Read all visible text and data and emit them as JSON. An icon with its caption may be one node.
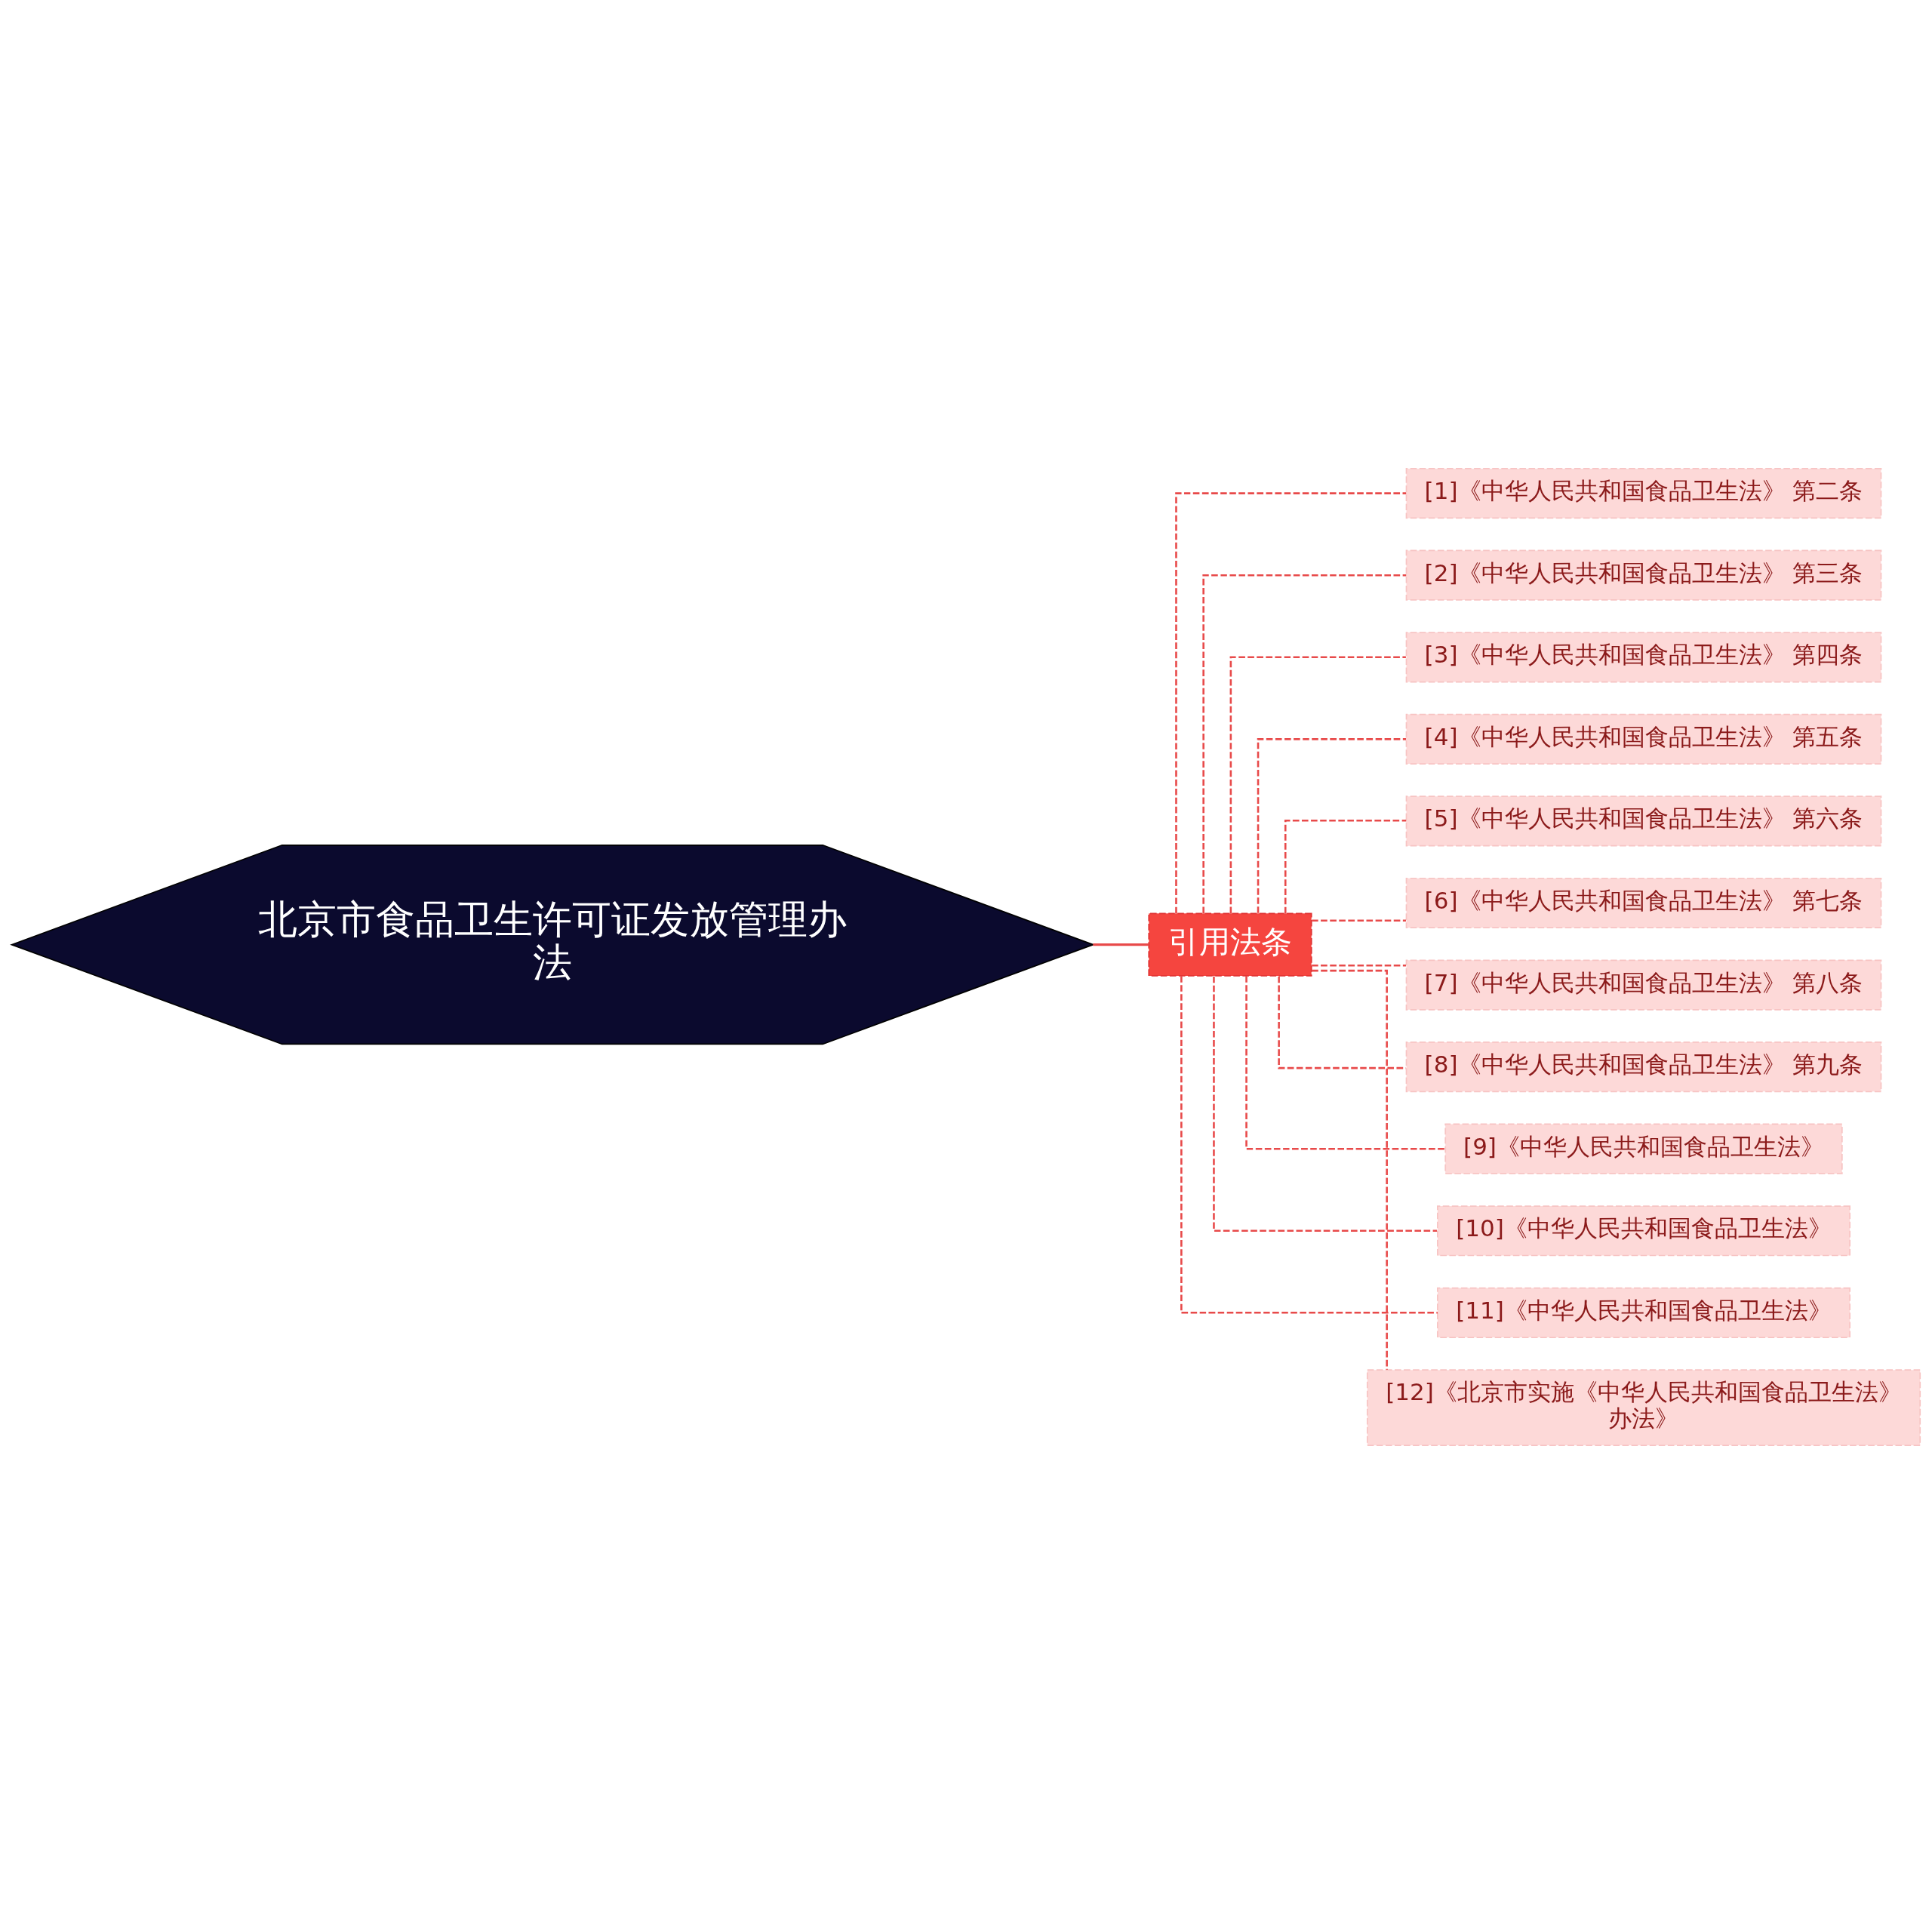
{
  "diagram": {
    "nodes": [
      {
        "text": [
          "北京市食品卫生许可证发放管理办法"
        ]
      },
      {
        "text": [
          "引用法条"
        ]
      },
      {
        "text": [
          "[1]《中华人民共和国食品卫生法》 第二条"
        ]
      },
      {
        "text": [
          "[2]《中华人民共和国食品卫生法》 第三条"
        ]
      },
      {
        "text": [
          "[3]《中华人民共和国食品卫生法》 第四条"
        ]
      },
      {
        "text": [
          "[4]《中华人民共和国食品卫生法》 第五条"
        ]
      },
      {
        "text": [
          "[5]《中华人民共和国食品卫生法》 第六条"
        ]
      },
      {
        "text": [
          "[6]《中华人民共和国食品卫生法》 第七条"
        ]
      },
      {
        "text": [
          "[7]《中华人民共和国食品卫生法》 第八条"
        ]
      },
      {
        "text": [
          "[8]《中华人民共和国食品卫生法》 第九条"
        ]
      },
      {
        "text": [
          "[9]《中华人民共和国食品卫生法》"
        ]
      },
      {
        "text": [
          "[10]《中华人民共和国食品卫生法》"
        ]
      },
      {
        "text": [
          "[11]《中华人民共和国食品卫生法》"
        ]
      },
      {
        "text": [
          "[12]《北京市实施《中华人民共和国食品卫生法》办法》"
        ]
      }
    ],
    "edges": [
      {
        "from": 0,
        "to": 1,
        "arrow": "none"
      },
      {
        "from": 1,
        "to": 2,
        "arrow": "none",
        "style": "dashed"
      },
      {
        "from": 1,
        "to": 3,
        "arrow": "none",
        "style": "dashed"
      },
      {
        "from": 1,
        "to": 4,
        "arrow": "none",
        "style": "dashed"
      },
      {
        "from": 1,
        "to": 5,
        "arrow": "none",
        "style": "dashed"
      },
      {
        "from": 1,
        "to": 6,
        "arrow": "none",
        "style": "dashed"
      },
      {
        "from": 1,
        "to": 7,
        "arrow": "none",
        "style": "dashed"
      },
      {
        "from": 1,
        "to": 8,
        "arrow": "none",
        "style": "dashed"
      },
      {
        "from": 1,
        "to": 9,
        "arrow": "none",
        "style": "dashed"
      },
      {
        "from": 1,
        "to": 10,
        "arrow": "none",
        "style": "dashed"
      },
      {
        "from": 1,
        "to": 11,
        "arrow": "none",
        "style": "dashed"
      },
      {
        "from": 1,
        "to": 12,
        "arrow": "none",
        "style": "dashed"
      },
      {
        "from": 1,
        "to": 13,
        "arrow": "none",
        "style": "dashed"
      }
    ]
  }
}
